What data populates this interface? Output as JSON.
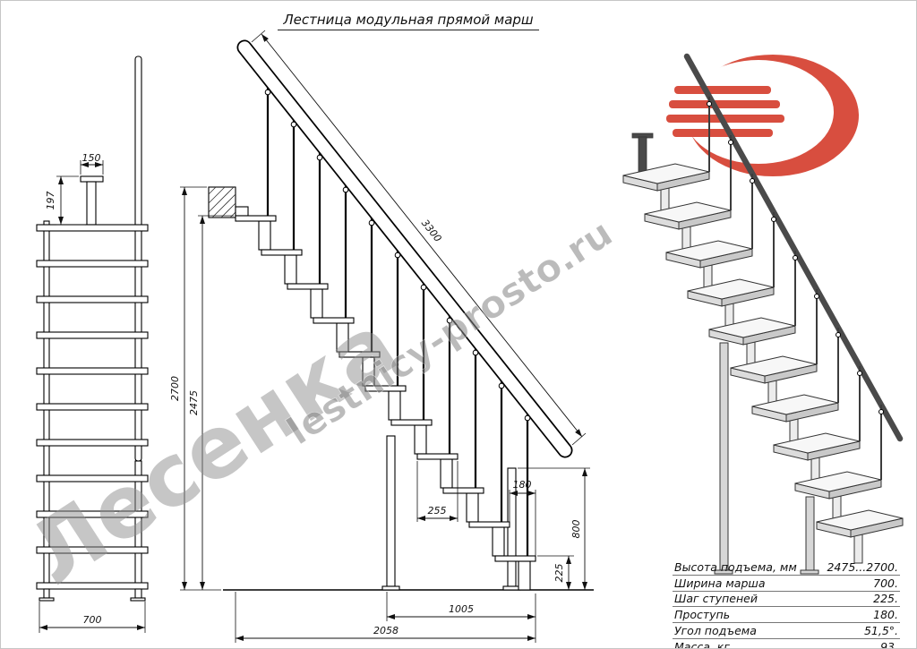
{
  "title": "Лестница модульная прямой марш",
  "watermarks": {
    "big": "Лесенка",
    "site": "lestnicy-prosto.ru"
  },
  "front_view": {
    "dim_bracket_width": "150",
    "dim_bracket_height": "197",
    "dim_march_width": "700"
  },
  "side_view": {
    "dim_rail_length": "3300",
    "dim_height_max": "2700",
    "dim_height_platform": "2475",
    "dim_going": "180",
    "dim_tread_depth": "255",
    "dim_rear_post": "800",
    "dim_rise": "225",
    "dim_base_front": "1005",
    "dim_length_total": "2058"
  },
  "colors": {
    "logo_red": "#d5402f",
    "line": "#111111",
    "watermark_gray": "#8f8f8f"
  },
  "spec": {
    "rows": [
      {
        "label": "Высота подъема, мм",
        "value": "2475...2700."
      },
      {
        "label": "Ширина марша",
        "value": "700."
      },
      {
        "label": "Шаг ступеней",
        "value": "225."
      },
      {
        "label": "Проступь",
        "value": "180."
      },
      {
        "label": "Угол подъема",
        "value": "51,5°."
      },
      {
        "label": "Масса, кг",
        "value": "93."
      }
    ]
  }
}
